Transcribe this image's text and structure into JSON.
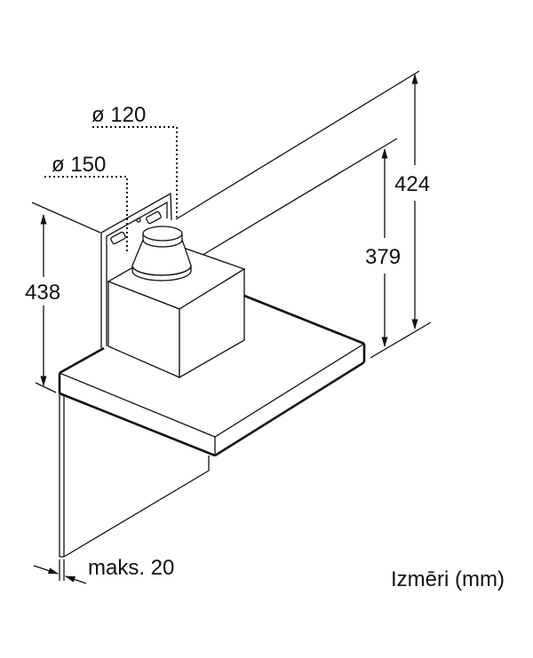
{
  "diagram": {
    "dimensions": {
      "duct_120": "ø 120",
      "duct_150": "ø 150",
      "height_438": "438",
      "depth_424": "424",
      "depth_379": "379",
      "max_thickness": "maks. 20"
    },
    "units_note": "Izmēri (mm)"
  }
}
